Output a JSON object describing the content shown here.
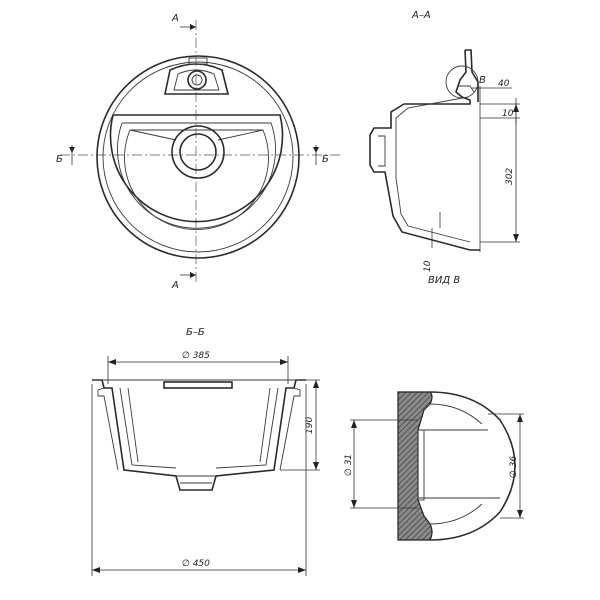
{
  "labels": {
    "section_aa": "А–А",
    "section_bb": "Б–Б",
    "view_b": "ВИД В",
    "mark_a": "А",
    "mark_b": "Б",
    "mark_v": "В"
  },
  "dimensions": {
    "d385": "∅ 385",
    "d450": "∅ 450",
    "h190": "190",
    "h302": "302",
    "w40": "40",
    "t10_top": "10",
    "t10_bottom": "10",
    "d31": "∅ 31",
    "d36": "∅ 36"
  }
}
